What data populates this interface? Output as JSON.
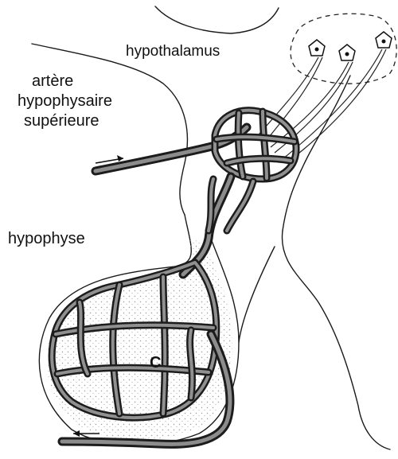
{
  "labels": {
    "hypothalamus": "hypothalamus",
    "artery_line1": "artère",
    "artery_line2": "hypophysaire",
    "artery_line3": "supérieure",
    "hypophysis": "hypophyse",
    "capillary_mark": "C"
  },
  "colors": {
    "ink": "#1a1a1a",
    "vessel_core": "#8c8c8c",
    "stipple": "#9a9a9a",
    "background": "#ffffff"
  },
  "icons": {
    "neuron": "neuron-cell-icon",
    "flow_arrow": "blood-flow-arrow-icon"
  }
}
